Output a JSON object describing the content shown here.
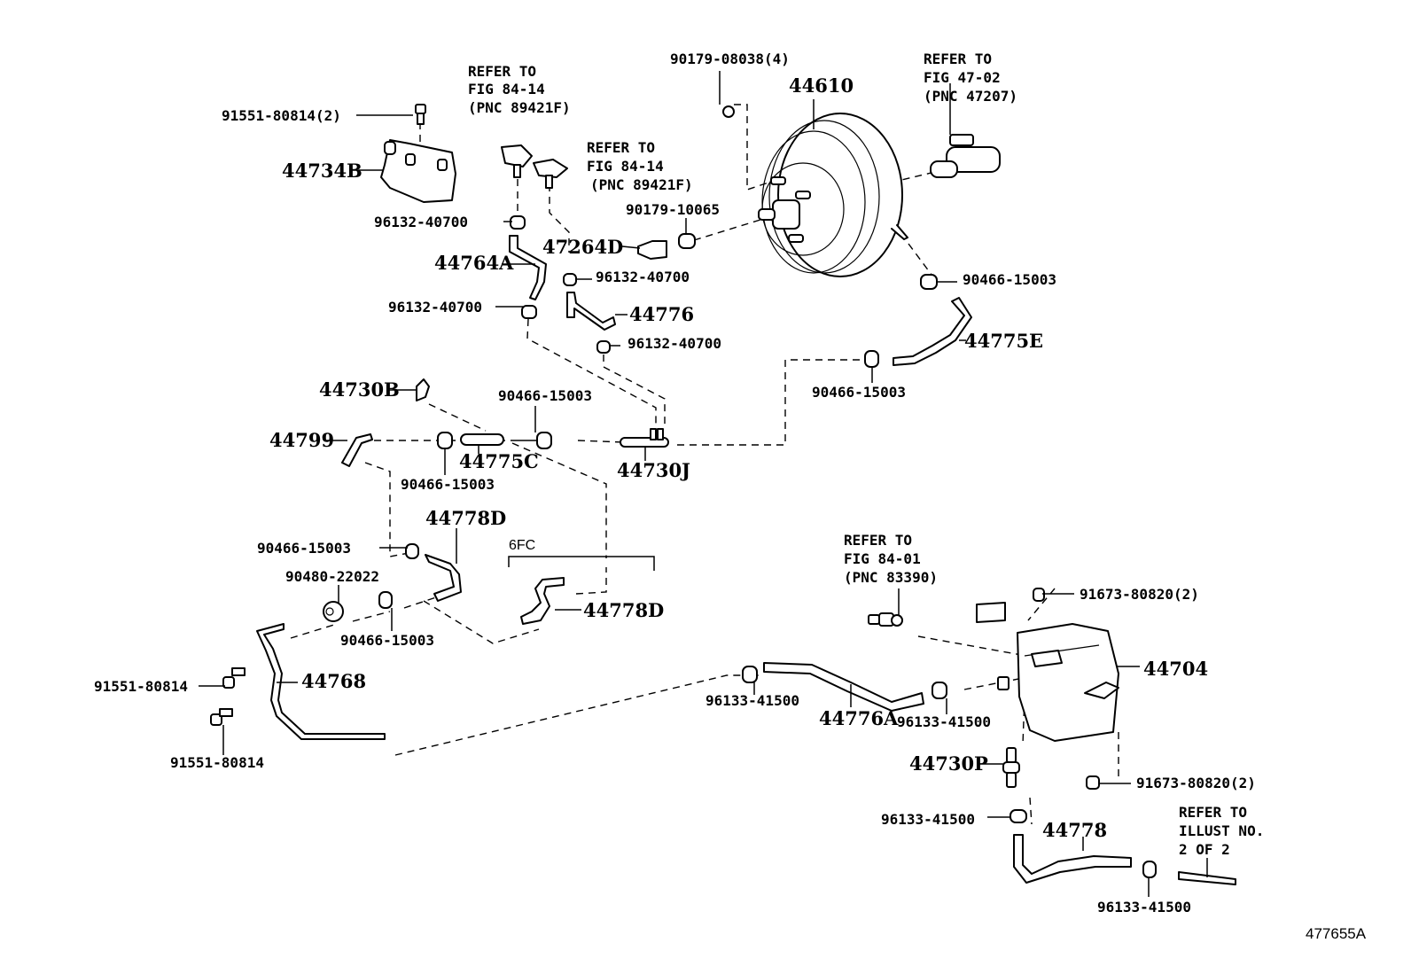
{
  "illustration_code": "477655A",
  "group_label": "6FC",
  "refer_notes": [
    {
      "id": "ref-fig84-14-a",
      "lines": [
        "REFER TO",
        "FIG 84-14",
        "(PNC 89421F)"
      ]
    },
    {
      "id": "ref-fig84-14-b",
      "lines": [
        "REFER TO",
        "FIG 84-14",
        "(PNC 89421F)"
      ]
    },
    {
      "id": "ref-fig47-02",
      "lines": [
        "REFER TO",
        "FIG 47-02",
        "(PNC 47207)"
      ]
    },
    {
      "id": "ref-fig84-01",
      "lines": [
        "REFER TO",
        "FIG 84-01",
        "(PNC 83390)"
      ]
    },
    {
      "id": "ref-illust-2",
      "lines": [
        "REFER TO",
        "ILLUST NO.",
        "2 OF 2"
      ]
    }
  ],
  "parts": [
    {
      "key": "p01",
      "number": "91551-80814(2)",
      "kind": "bolt"
    },
    {
      "key": "p02",
      "number": "44734B",
      "kind": "bracket"
    },
    {
      "key": "p03",
      "number": "96132-40700",
      "kind": "clip"
    },
    {
      "key": "p04",
      "number": "44764A",
      "kind": "hose"
    },
    {
      "key": "p05",
      "number": "96132-40700",
      "kind": "clip"
    },
    {
      "key": "p06",
      "number": "47264D",
      "kind": "bracket"
    },
    {
      "key": "p07",
      "number": "96132-40700",
      "kind": "clip"
    },
    {
      "key": "p08",
      "number": "44776",
      "kind": "hose"
    },
    {
      "key": "p09",
      "number": "96132-40700",
      "kind": "clip"
    },
    {
      "key": "p10",
      "number": "90179-08038(4)",
      "kind": "nut"
    },
    {
      "key": "p11",
      "number": "44610",
      "kind": "brake booster"
    },
    {
      "key": "p12",
      "number": "90179-10065",
      "kind": "nut"
    },
    {
      "key": "p13",
      "number": "90466-15003",
      "kind": "clip"
    },
    {
      "key": "p14",
      "number": "44775E",
      "kind": "hose"
    },
    {
      "key": "p15",
      "number": "90466-15003",
      "kind": "clip"
    },
    {
      "key": "p16",
      "number": "44730B",
      "kind": "clamp"
    },
    {
      "key": "p17",
      "number": "90466-15003",
      "kind": "clip"
    },
    {
      "key": "p18",
      "number": "44799",
      "kind": "hose"
    },
    {
      "key": "p19",
      "number": "44775C",
      "kind": "hose"
    },
    {
      "key": "p20",
      "number": "90466-15003",
      "kind": "clip"
    },
    {
      "key": "p21",
      "number": "44730J",
      "kind": "union"
    },
    {
      "key": "p22",
      "number": "44778D",
      "kind": "hose"
    },
    {
      "key": "p23",
      "number": "90466-15003",
      "kind": "clip"
    },
    {
      "key": "p24",
      "number": "90480-22022",
      "kind": "grommet"
    },
    {
      "key": "p25",
      "number": "90466-15003",
      "kind": "clip"
    },
    {
      "key": "p26",
      "number": "44778D",
      "kind": "hose"
    },
    {
      "key": "p27",
      "number": "91551-80814",
      "kind": "bolt"
    },
    {
      "key": "p28",
      "number": "44768",
      "kind": "pipe"
    },
    {
      "key": "p29",
      "number": "91551-80814",
      "kind": "bolt"
    },
    {
      "key": "p30",
      "number": "96133-41500",
      "kind": "clip"
    },
    {
      "key": "p31",
      "number": "44776A",
      "kind": "hose"
    },
    {
      "key": "p32",
      "number": "96133-41500",
      "kind": "clip"
    },
    {
      "key": "p33",
      "number": "91673-80820(2)",
      "kind": "bolt"
    },
    {
      "key": "p34",
      "number": "44704",
      "kind": "vacuum tank"
    },
    {
      "key": "p35",
      "number": "44730P",
      "kind": "union"
    },
    {
      "key": "p36",
      "number": "91673-80820(2)",
      "kind": "bolt"
    },
    {
      "key": "p37",
      "number": "96133-41500",
      "kind": "clip"
    },
    {
      "key": "p38",
      "number": "44778",
      "kind": "hose"
    },
    {
      "key": "p39",
      "number": "96133-41500",
      "kind": "clip"
    }
  ]
}
